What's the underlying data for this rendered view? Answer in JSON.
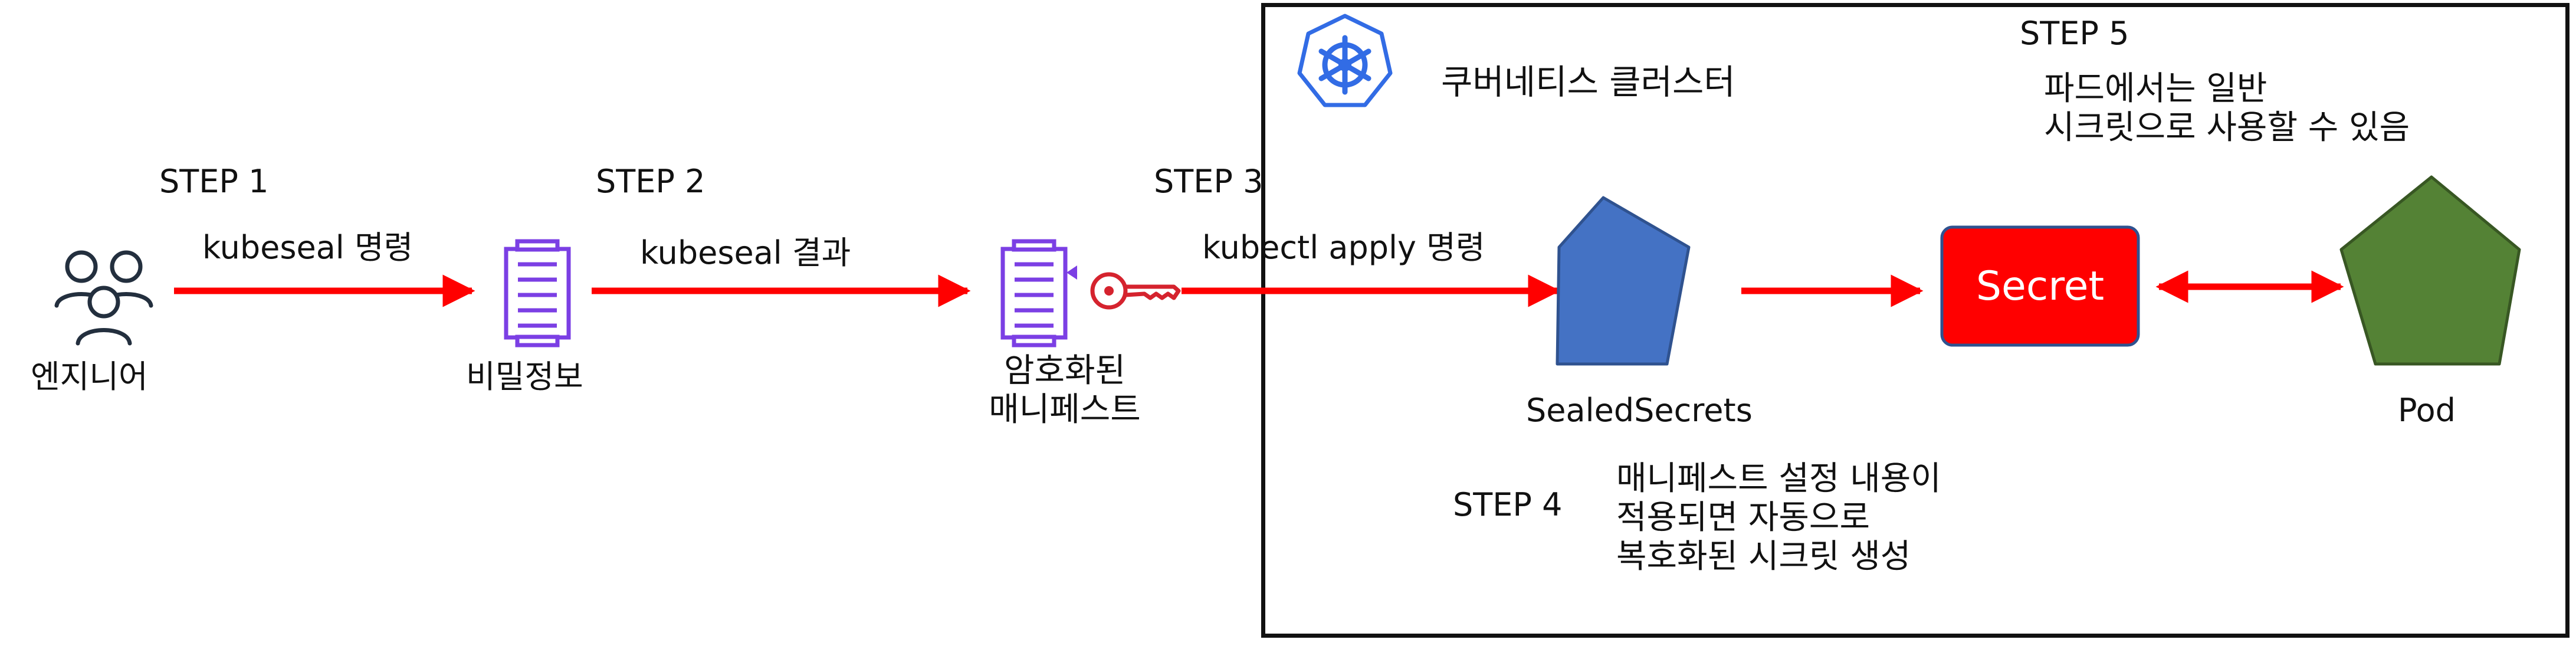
{
  "steps": {
    "step1": "STEP 1",
    "step2": "STEP 2",
    "step3": "STEP 3",
    "step4": "STEP 4",
    "step5": "STEP 5"
  },
  "arrows": {
    "kubeseal_command": "kubeseal 명령",
    "kubeseal_result": "kubeseal 결과",
    "kubectl_apply_command": "kubectl apply 명령"
  },
  "nodes": {
    "engineer": "엔지니어",
    "secret_info": "비밀정보",
    "encrypted_manifest": "암호화된\n매니페스트",
    "sealed_secrets": "SealedSecrets",
    "secret": "Secret",
    "pod": "Pod"
  },
  "cluster": {
    "title": "쿠버네티스 클러스터",
    "icon": "kubernetes-helm-icon"
  },
  "notes": {
    "step4_desc": "매니페스트 설정 내용이\n적용되면 자동으로\n복호화된 시크릿 생성",
    "step5_desc": "파드에서는 일반\n시크릿으로 사용할 수 있음"
  },
  "icons": {
    "engineer": "users-icon",
    "secret_info": "document-icon",
    "encrypted_manifest": "document-icon",
    "key": "key-icon"
  },
  "colors": {
    "arrow": "#ff0000",
    "sealed_secrets": "#4472c4",
    "secret": "#ff0000",
    "pod": "#548235",
    "doc_icon": "#7b3fe4",
    "k8s": "#326ce5",
    "key": "#d5232e"
  }
}
